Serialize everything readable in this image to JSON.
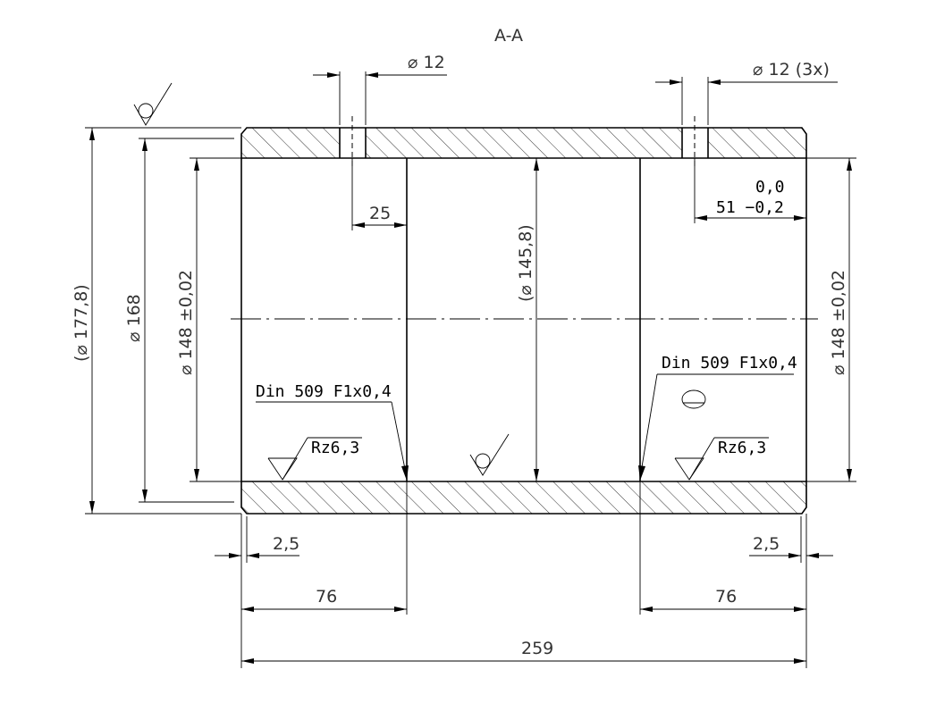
{
  "section_label": "A-A",
  "dims": {
    "hole_dia_top_left": "⌀ 12",
    "hole_dia_top_right": "⌀ 12  (3x)",
    "outer_dia": "(⌀ 177,8)",
    "dia_168": "⌀ 168",
    "bore_left": "⌀ 148 ±0,02",
    "bore_right": "⌀ 148 ±0,02",
    "bore_mid": "(⌀ 145,8)",
    "hole_pos": "25",
    "tol_upper": "0,0",
    "tol_lower": "51  −0,2",
    "chamfer_left": "2,5",
    "chamfer_right": "2,5",
    "len_left": "76",
    "len_right": "76",
    "total_len": "259"
  },
  "notes": {
    "din_left": "Din  509  F1x0,4",
    "din_right": "Din  509  F1x0,4",
    "rough_left": "Rz6,3",
    "rough_right": "Rz6,3"
  },
  "colors": {
    "line": "#000000",
    "text": "#333333",
    "background": "#ffffff"
  }
}
